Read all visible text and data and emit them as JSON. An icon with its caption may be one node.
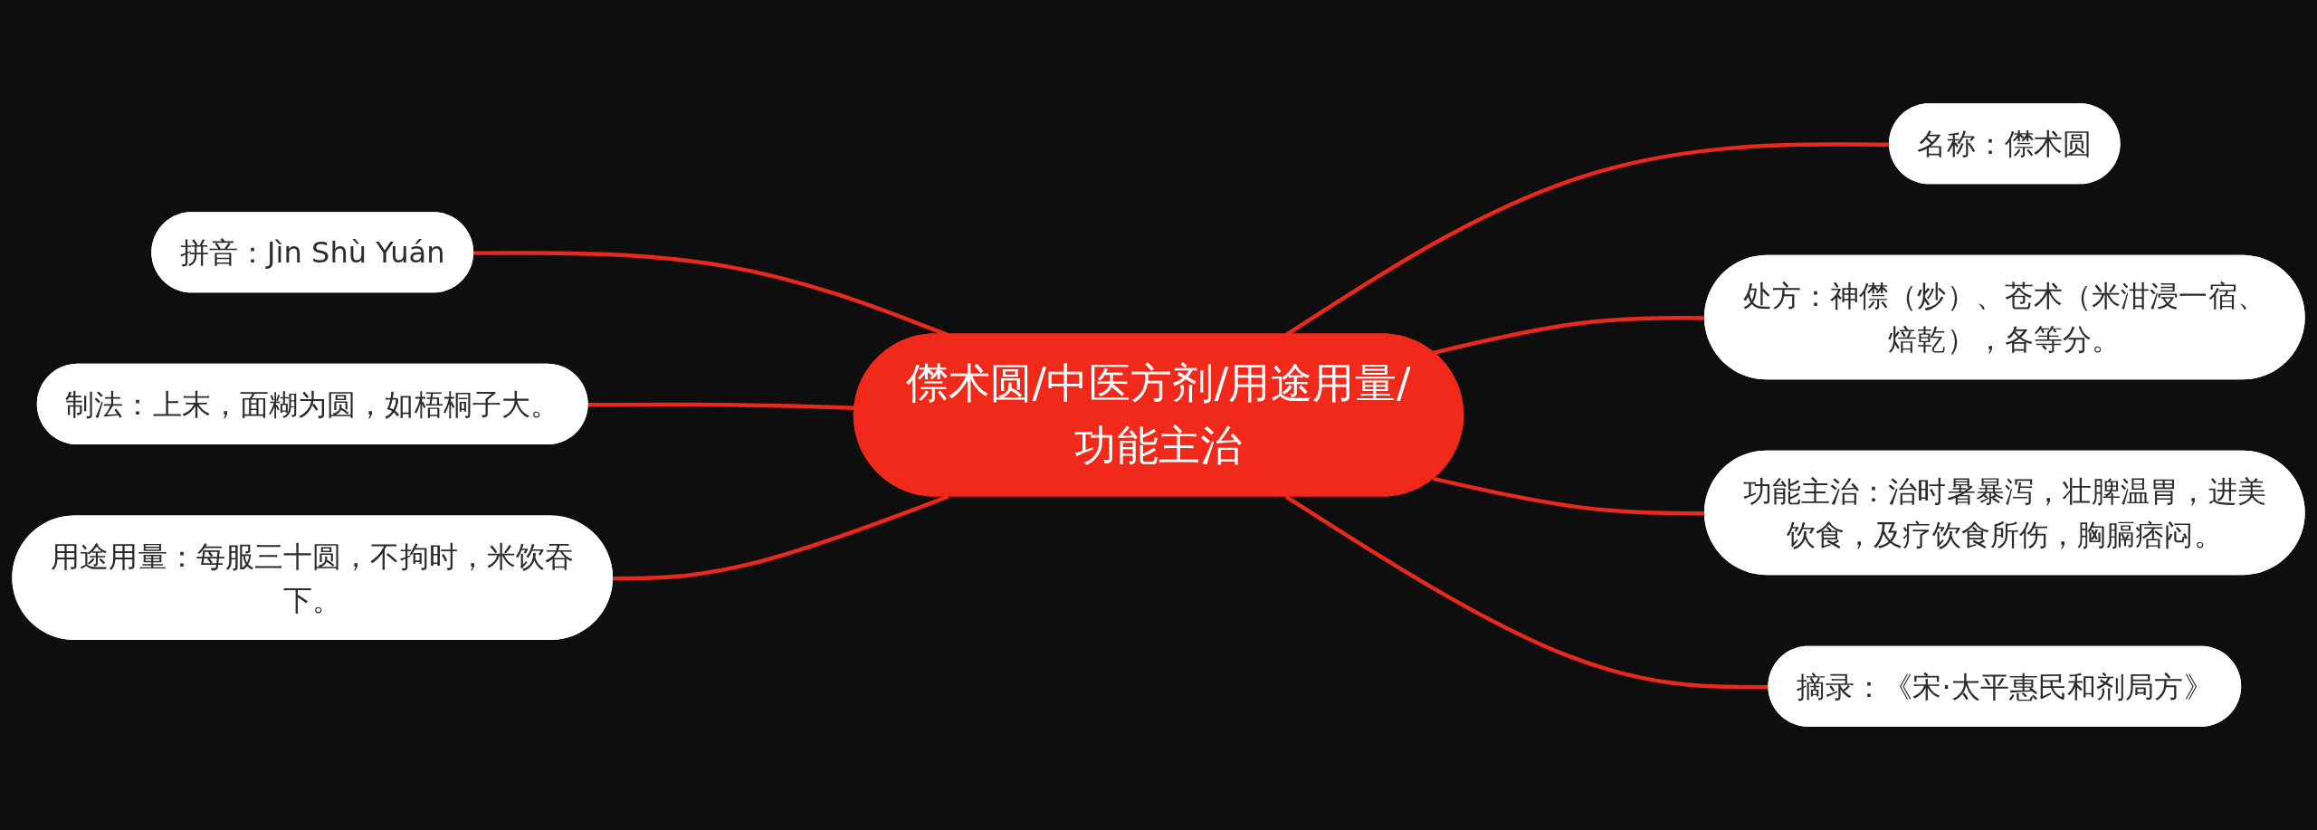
{
  "diagram": {
    "nodes": [
      {
        "text": [
          "僸术圆/中医方剂/用途用量/功能主治"
        ]
      },
      {
        "text": [
          "拼音：Jìn Shù Yuán"
        ]
      },
      {
        "text": [
          "制法：上末，面糊为圆，如梧桐子大。"
        ]
      },
      {
        "text": [
          "用途用量：每服三十圆，不拘时，米饮吞下。"
        ]
      },
      {
        "text": [
          "名称：僸术圆"
        ]
      },
      {
        "text": [
          "处方：神僸（炒）、苍术（米泔浸一宿、焙乾），各等分。"
        ]
      },
      {
        "text": [
          "功能主治：治时暑暴泻，壮脾温胃，进美饮食，及疗饮食所伤，胸膈痞闷。"
        ]
      },
      {
        "text": [
          "摘录：《宋·太平惠民和剂局方》"
        ]
      }
    ],
    "edges": [
      {
        "from": 1,
        "to": 0,
        "arrow": "none"
      },
      {
        "from": 2,
        "to": 0,
        "arrow": "none"
      },
      {
        "from": 3,
        "to": 0,
        "arrow": "none"
      },
      {
        "from": 0,
        "to": 4,
        "arrow": "none"
      },
      {
        "from": 0,
        "to": 5,
        "arrow": "none"
      },
      {
        "from": 0,
        "to": 6,
        "arrow": "none"
      },
      {
        "from": 0,
        "to": 7,
        "arrow": "none"
      }
    ]
  }
}
